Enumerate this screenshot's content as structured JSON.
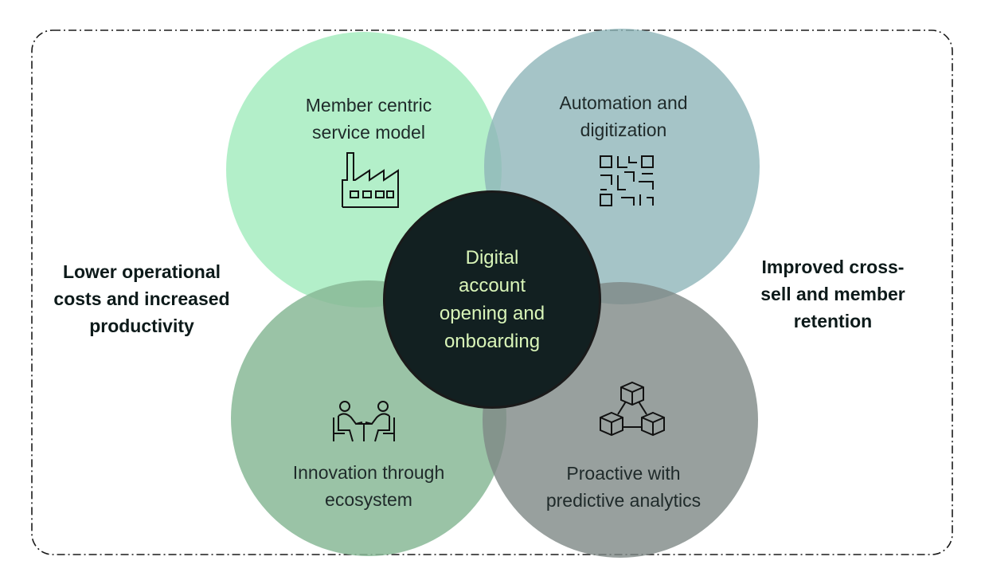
{
  "colors": {
    "top_left": "#a6ecc0",
    "top_right": "#8fb5b9",
    "bottom_left": "#88b896",
    "bottom_right": "#7e8886",
    "center": "#122021",
    "center_text": "#d9f5b8",
    "border": "#1a1a1a"
  },
  "segments": {
    "top_left": {
      "label": "Member centric\nservice model",
      "icon": "factory-icon"
    },
    "top_right": {
      "label": "Automation and\ndigitization",
      "icon": "qr-code-icon"
    },
    "bottom_left": {
      "label": "Innovation through\necosystem",
      "icon": "people-meeting-icon"
    },
    "bottom_right": {
      "label": "Proactive with\npredictive analytics",
      "icon": "blocks-icon"
    }
  },
  "center": {
    "label": "Digital\naccount\nopening and\nonboarding"
  },
  "side": {
    "left": "Lower operational\ncosts and increased\nproductivity",
    "right": "Improved cross-\nsell  and member\nretention"
  }
}
